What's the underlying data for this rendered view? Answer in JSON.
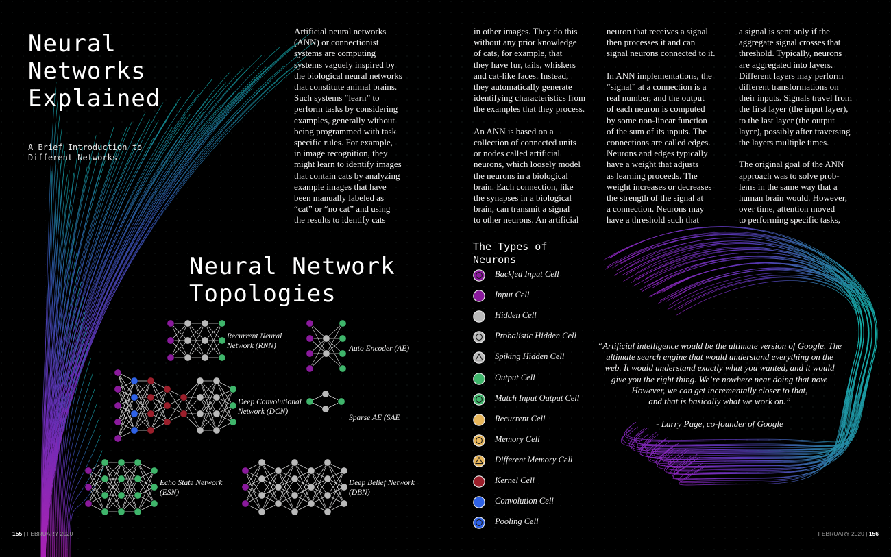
{
  "page_left": {
    "title_lines": [
      "Neural",
      "Networks",
      "Explained"
    ],
    "subtitle_lines": [
      "A Brief Introduction to",
      "Different Networks"
    ]
  },
  "article": {
    "col1": [
      [
        "Artificial neural networks",
        "(ANN) or connectionist",
        "systems are computing",
        "systems vaguely inspired by",
        "the biological neural networks",
        "that constitute animal brains.",
        "Such systems “learn” to",
        "perform tasks by considering",
        "examples, generally without",
        "being programmed with task",
        "specific rules. For example,",
        "in image recognition, they",
        "might learn to identify images",
        "that contain cats by analyzing",
        "example images that have",
        "been manually labeled as",
        "“cat” or “no cat” and using",
        "the results to identify cats"
      ]
    ],
    "col2": [
      [
        "in other images. They do this",
        "without any prior knowledge",
        "of cats, for example, that",
        "they have fur, tails, whiskers",
        "and cat-like faces. Instead,",
        "they automatically generate",
        "identifying characteristics from",
        "the examples that they process."
      ],
      [
        "An ANN is based on a",
        "collection of connected units",
        "or nodes called artificial",
        "neurons, which loosely model",
        "the neurons in a biological",
        "brain. Each connection, like",
        "the synapses in a biological",
        "brain, can transmit a signal",
        "to other neurons. An artificial"
      ]
    ],
    "col3": [
      [
        "neuron that receives a signal",
        "then processes it and can",
        "signal neurons connected to it."
      ],
      [
        "In ANN implementations, the",
        "“signal” at a connection is a",
        "real number, and the output",
        "of each neuron is computed",
        "by some non-linear function",
        "of the sum of its inputs. The",
        "connections are called edges.",
        "Neurons and edges typically",
        "have a weight that adjusts",
        "as learning proceeds. The",
        "weight increases or decreases",
        "the strength of the signal at",
        "a connection. Neurons may",
        "have a threshold such that"
      ]
    ],
    "col4": [
      [
        "a signal is sent only if the",
        "aggregate signal crosses that",
        "threshold. Typically, neurons",
        "are aggregated into layers.",
        "Different layers may perform",
        "different transformations on",
        "their inputs. Signals travel from",
        "the first layer (the input layer),",
        "to the last layer (the output",
        "layer), possibly after traversing",
        "the layers multiple times."
      ],
      [
        "The original goal of the ANN",
        "approach was to solve prob-",
        "lems in the same way that a",
        "human brain would. However,",
        "over time, attention moved",
        "to performing specific tasks,"
      ]
    ]
  },
  "topologies": {
    "heading_lines": [
      "Neural Network",
      "Topologies"
    ],
    "networks": [
      {
        "name": "rnn",
        "label_lines": [
          "Recurrent Neural",
          "Network (RNN)"
        ],
        "layers": [
          "purple",
          "gray",
          "gray",
          "green"
        ],
        "sizes": [
          3,
          3,
          3,
          3
        ]
      },
      {
        "name": "ae",
        "label_lines": [
          "Auto Encoder (AE)"
        ],
        "layers": [
          "purple",
          "gray",
          "green"
        ],
        "sizes": [
          4,
          2,
          4
        ]
      },
      {
        "name": "dcn",
        "label_lines": [
          "Deep Convolutional",
          "Network (DCN)"
        ],
        "layers": [
          "purple",
          "blue",
          "red",
          "red",
          "red",
          "gray",
          "gray",
          "green"
        ],
        "sizes": [
          5,
          4,
          4,
          3,
          2,
          4,
          4,
          3
        ]
      },
      {
        "name": "sae",
        "label_lines": [
          "Sparse AE (SAE"
        ],
        "layers": [
          "green",
          "gray",
          "green"
        ],
        "sizes": [
          1,
          2,
          1
        ]
      },
      {
        "name": "esn",
        "label_lines": [
          "Echo State Network",
          "(ESN)"
        ],
        "layers": [
          "purple",
          "green",
          "green",
          "green",
          "green"
        ],
        "sizes": [
          3,
          4,
          4,
          4,
          3
        ]
      },
      {
        "name": "dbn",
        "label_lines": [
          "Deep Belief Network",
          "(DBN)"
        ],
        "layers": [
          "purple",
          "gray",
          "gray",
          "gray",
          "gray",
          "gray",
          "gray"
        ],
        "sizes": [
          3,
          4,
          3,
          4,
          3,
          4,
          3
        ]
      }
    ]
  },
  "neuron_types": {
    "heading_lines": [
      "The Types of",
      "Neurons"
    ],
    "items": [
      {
        "label": "Backfed Input Cell",
        "fill": "#8a1a9c",
        "marker": "ring"
      },
      {
        "label": "Input Cell",
        "fill": "#8a1a9c",
        "marker": "none"
      },
      {
        "label": "Hidden Cell",
        "fill": "#b9b9b9",
        "marker": "none"
      },
      {
        "label": "Probalistic Hidden Cell",
        "fill": "#b9b9b9",
        "marker": "ring"
      },
      {
        "label": "Spiking Hidden Cell",
        "fill": "#b9b9b9",
        "marker": "triangle"
      },
      {
        "label": "Output Cell",
        "fill": "#3fb56b",
        "marker": "none"
      },
      {
        "label": "Match Input Output Cell",
        "fill": "#3fb56b",
        "marker": "ring"
      },
      {
        "label": "Recurrent Cell",
        "fill": "#e8b65a",
        "marker": "none"
      },
      {
        "label": "Memory Cell",
        "fill": "#e8b65a",
        "marker": "ring"
      },
      {
        "label": "Different Memory Cell",
        "fill": "#e8b65a",
        "marker": "triangle"
      },
      {
        "label": "Kernel Cell",
        "fill": "#9a1f2b",
        "marker": "none"
      },
      {
        "label": "Convolution Cell",
        "fill": "#2f62e6",
        "marker": "none"
      },
      {
        "label": "Pooling Cell",
        "fill": "#2f62e6",
        "marker": "ring"
      }
    ]
  },
  "quote": {
    "lines": [
      "“Artificial intelligence would be the ultimate version of Google. The",
      "ultimate search engine that would understand everything on the",
      "web. It would understand exactly what you wanted, and it would",
      "give you the right thing. We’re nowhere near doing that now.",
      "However, we can get incrementally closer to that,",
      "and that is basically what we work on.”"
    ],
    "attribution": "- Larry Page, co-founder of Google"
  },
  "footer": {
    "left_page": "155",
    "left_date": "FEBRUARY 2020",
    "right_date": "FEBRUARY 2020",
    "right_page": "156",
    "separator": " | "
  },
  "colors": {
    "background": "#000000",
    "purple": "#8a1a9c",
    "gray": "#b9b9b9",
    "green": "#3fb56b",
    "yellow": "#e8b65a",
    "red": "#9a1f2b",
    "blue": "#2f62e6"
  }
}
